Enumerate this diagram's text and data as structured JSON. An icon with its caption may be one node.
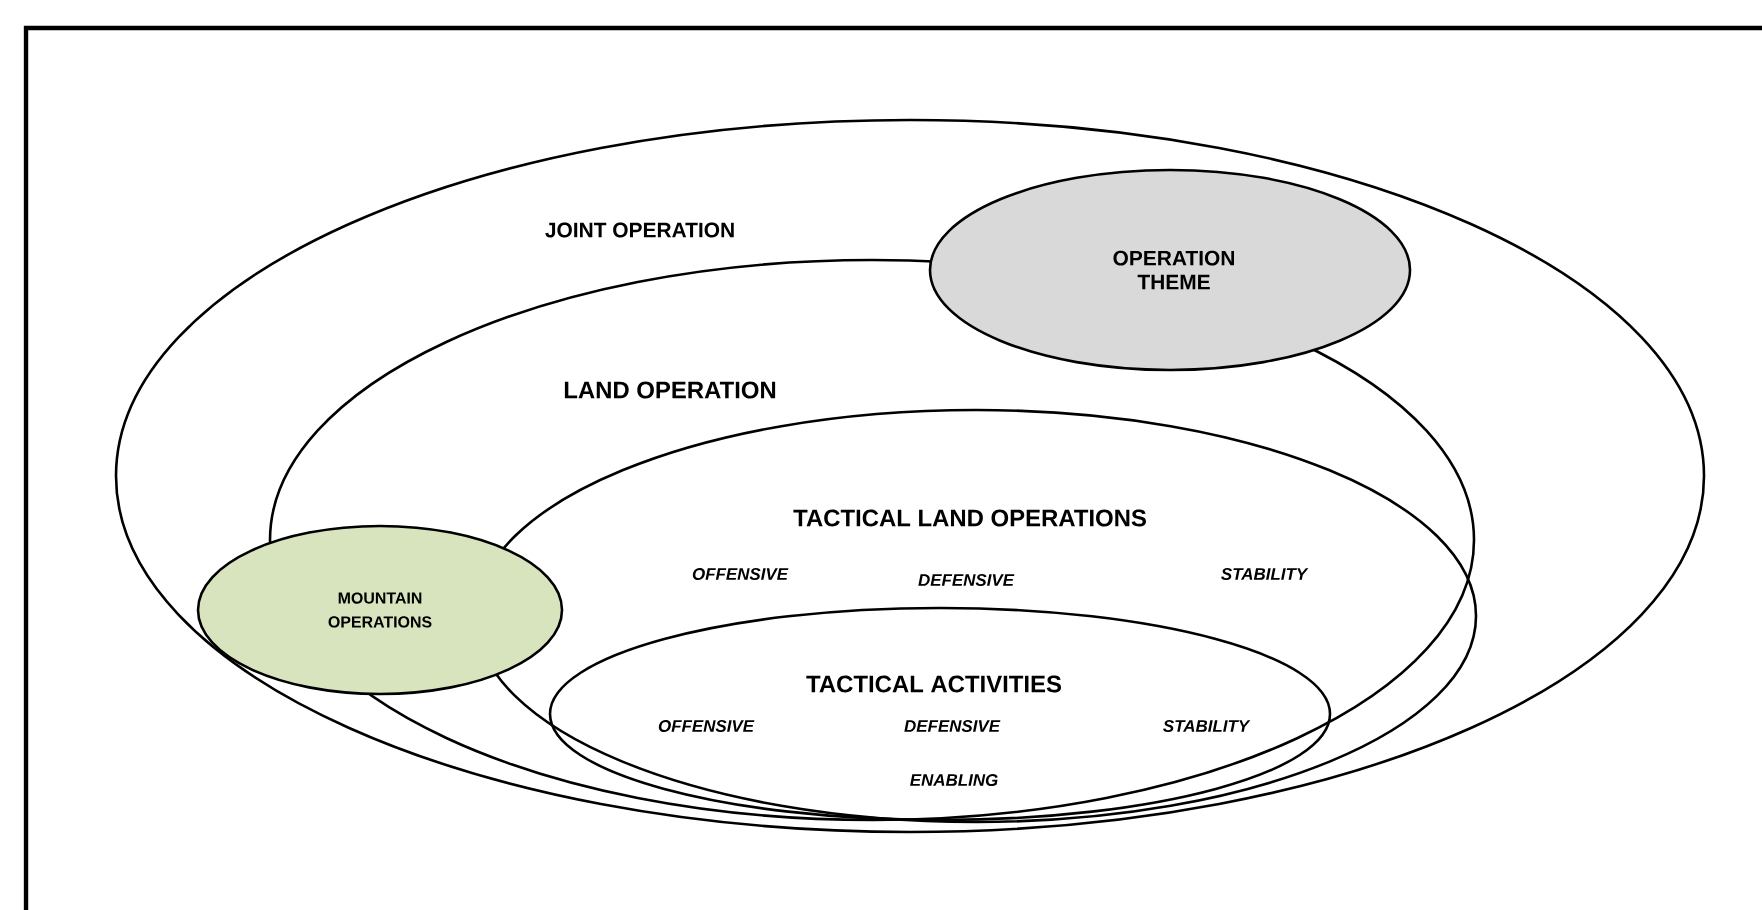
{
  "diagram": {
    "nodes": [
      {
        "text": [
          "JOINT OPERATION"
        ]
      },
      {
        "text": [
          "OPERATION THEME"
        ],
        "in": 0
      },
      {
        "text": [
          "LAND OPERATION"
        ],
        "in": 0
      },
      {
        "text": [
          "TACTICAL LAND OPERATIONS",
          "OFFENSIVE",
          "DEFENSIVE",
          "STABILITY"
        ],
        "in": 2
      },
      {
        "text": [
          "MOUNTAIN OPERATIONS"
        ],
        "in": 0
      },
      {
        "text": [
          "TACTICAL ACTIVITIES",
          "OFFENSIVE",
          "DEFENSIVE",
          "STABILITY",
          "ENABLING"
        ],
        "in": 3
      }
    ]
  }
}
